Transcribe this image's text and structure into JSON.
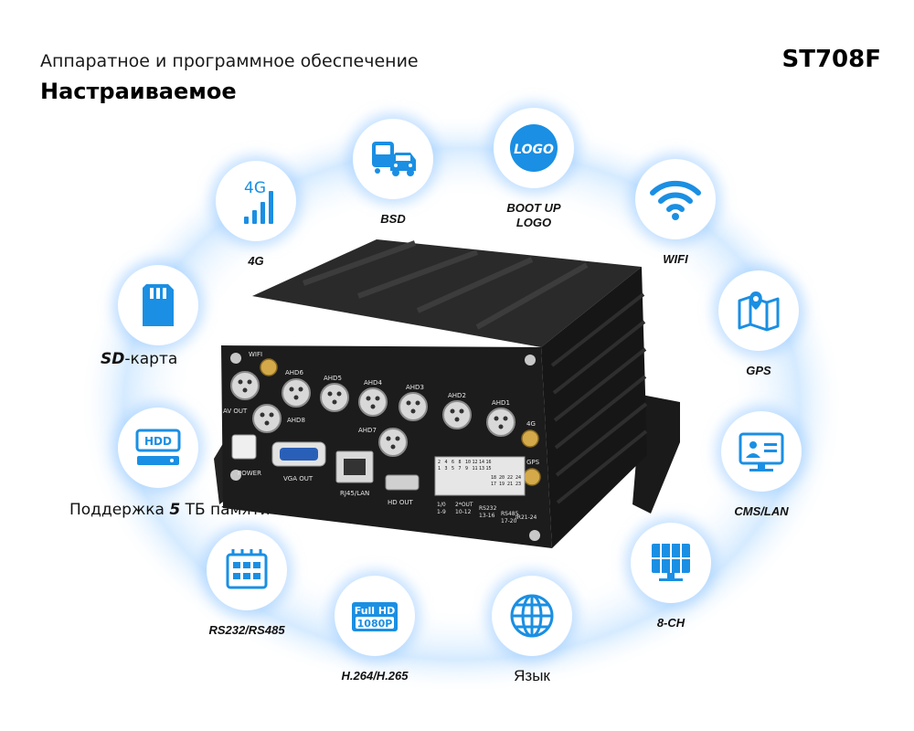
{
  "header": {
    "subtitle": "Аппаратное и программное обеспечение",
    "title": "Настраиваемое",
    "model": "ST708F"
  },
  "features": {
    "g4": {
      "label": "4G",
      "icon": "4g-signal-icon"
    },
    "bsd": {
      "label": "BSD",
      "icon": "bus-car-icon"
    },
    "logo": {
      "label": "BOOT UP\nLOGO",
      "icon": "logo-badge-icon",
      "badge": "LOGO"
    },
    "wifi": {
      "label": "WIFI",
      "icon": "wifi-icon"
    },
    "gps": {
      "label": "GPS",
      "icon": "map-pin-icon"
    },
    "cms": {
      "label": "CMS/LAN",
      "icon": "monitor-user-icon"
    },
    "ch8": {
      "label": "8-CH",
      "icon": "split-screen-icon"
    },
    "lang": {
      "label": "Язык",
      "icon": "globe-icon"
    },
    "codec": {
      "label": "H.264/H.265",
      "icon": "full-hd-icon",
      "badge_top": "Full HD",
      "badge_bottom": "1080P"
    },
    "rs": {
      "label": "RS232/RS485",
      "icon": "serial-port-icon"
    },
    "hdd": {
      "prefix": "Поддержка ",
      "num": "5",
      "suffix": " ТБ памяти",
      "icon": "hdd-icon",
      "badge": "HDD"
    },
    "sd": {
      "bold": "SD",
      "rest": "-карта",
      "icon": "sd-card-icon"
    }
  },
  "device": {
    "ports": {
      "wifi": "WIFI",
      "ahd6": "AHD6",
      "ahd5": "AHD5",
      "ahd4": "AHD4",
      "ahd3": "AHD3",
      "ahd2": "AHD2",
      "ahd1": "AHD1",
      "av_out": "AV OUT",
      "ahd8": "AHD8",
      "ahd7": "AHD7",
      "g4": "4G",
      "gps": "GPS",
      "power": "POWER",
      "vga": "VGA OUT",
      "rj45": "RJ45/LAN",
      "hd": "HD OUT"
    },
    "pin_labels": [
      "1/0",
      "1-9",
      "2*OUT",
      "10-12",
      "RS232",
      "13-16",
      "RS485",
      "17-20",
      "IR21-24"
    ],
    "pin_grid_top": [
      "2",
      "4",
      "6",
      "8",
      "10",
      "12",
      "14",
      "16"
    ],
    "pin_grid_bottom": [
      "1",
      "3",
      "5",
      "7",
      "9",
      "11",
      "13",
      "15"
    ],
    "pin_grid_right_top": [
      "18",
      "20",
      "22",
      "24"
    ],
    "pin_grid_right_bottom": [
      "17",
      "19",
      "21",
      "23"
    ]
  },
  "colors": {
    "accent": "#1a8fe3",
    "ring": "#cfe6ff",
    "body": "#1b1b1b"
  }
}
